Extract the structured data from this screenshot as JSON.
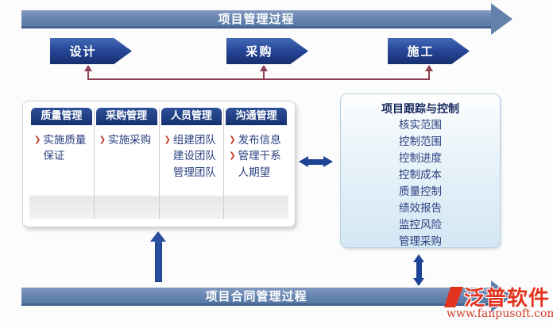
{
  "top_banner": {
    "label": "项目管理过程"
  },
  "phases": [
    {
      "label": "设计"
    },
    {
      "label": "采购"
    },
    {
      "label": "施工"
    }
  ],
  "process_panel": {
    "columns": [
      {
        "header": "质量管理",
        "items": [
          {
            "text": "实施质量保证",
            "bullet": true
          }
        ]
      },
      {
        "header": "采购管理",
        "items": [
          {
            "text": "实施采购",
            "bullet": true
          }
        ]
      },
      {
        "header": "人员管理",
        "items": [
          {
            "text": "组建团队",
            "bullet": true
          },
          {
            "text": "建设团队",
            "bullet": false
          },
          {
            "text": "管理团队",
            "bullet": false
          }
        ]
      },
      {
        "header": "沟通管理",
        "items": [
          {
            "text": "发布信息",
            "bullet": true
          },
          {
            "text": "管理干系人期望",
            "bullet": true
          }
        ]
      }
    ]
  },
  "tracking_panel": {
    "title": "项目跟踪与控制",
    "items": [
      "核实范围",
      "控制范围",
      "控制进度",
      "控制成本",
      "质量控制",
      "绩效报告",
      "监控风险",
      "管理采购"
    ]
  },
  "bottom_banner": {
    "label": "项目合同管理过程"
  },
  "watermark": {
    "brand": "泛普软件",
    "url": "www.fanpusoft.com"
  },
  "icons": {
    "bullet_chevron": "❯"
  },
  "colors": {
    "banner_blue": "#6584b0",
    "button_navy": "#1d3b7d",
    "item_navy": "#2a4080",
    "connector_maroon": "#8d4050",
    "arrow_blue": "#1d4394",
    "tracking_bg": "#d3e7f4",
    "logo_red": "#e2331f"
  }
}
